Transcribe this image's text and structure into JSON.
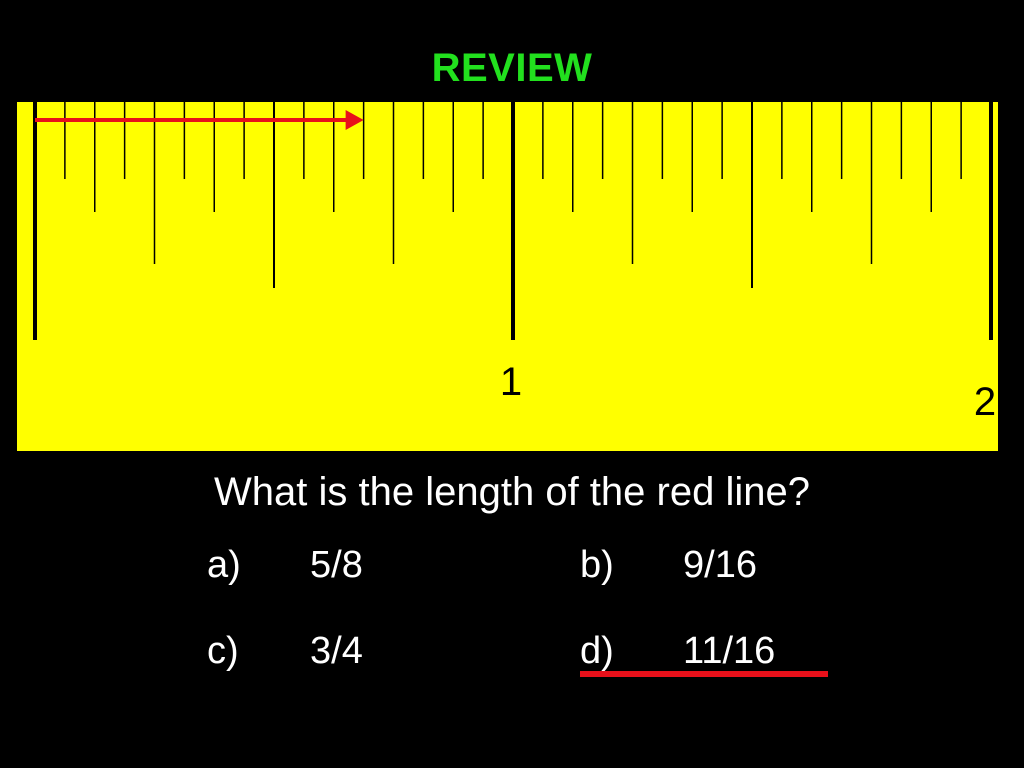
{
  "title": "REVIEW",
  "ruler": {
    "background_color": "#ffff00",
    "tick_color": "#000000",
    "inch_labels": [
      "1",
      "2"
    ],
    "subdivisions_per_inch": 16,
    "red_line": {
      "color": "#e8101a",
      "start_inches": 0,
      "end_inches": 0.6875
    }
  },
  "question": "What is the length of the red line?",
  "answers": [
    {
      "letter": "a)",
      "value": "5/8"
    },
    {
      "letter": "b)",
      "value": "9/16"
    },
    {
      "letter": "c)",
      "value": "3/4"
    },
    {
      "letter": "d)",
      "value": "11/16",
      "marked": true
    }
  ],
  "colors": {
    "title": "#22e01e",
    "text": "#ffffff",
    "highlight": "#e8101a",
    "background": "#000000"
  }
}
